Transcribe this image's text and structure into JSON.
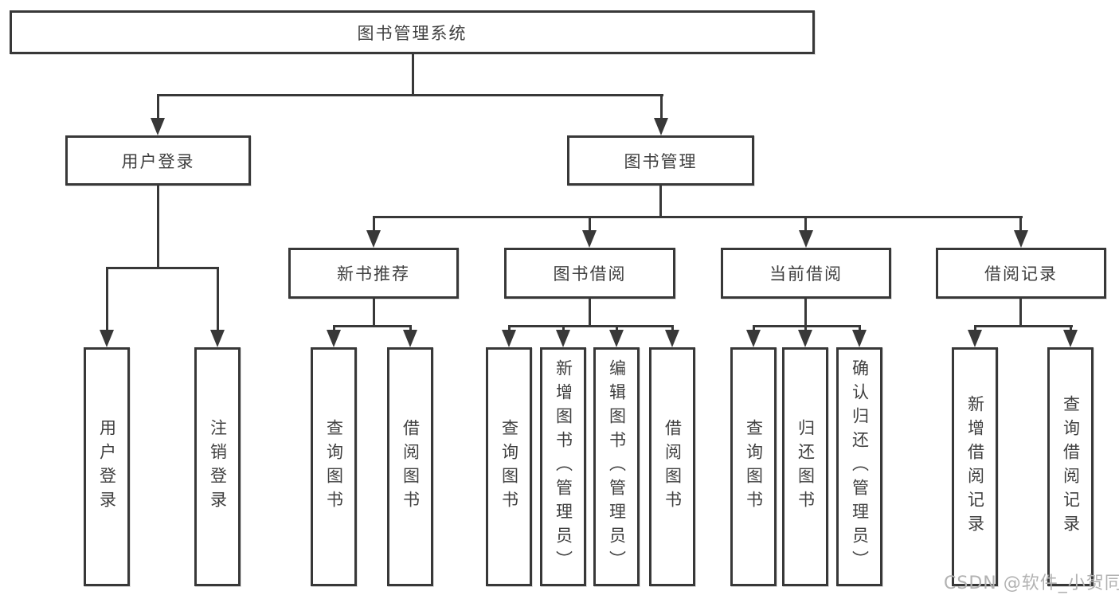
{
  "tree": {
    "label": "图书管理系统",
    "children": [
      {
        "label": "用户登录",
        "children": [
          {
            "label": "用户登录"
          },
          {
            "label": "注销登录"
          }
        ]
      },
      {
        "label": "图书管理",
        "children": [
          {
            "label": "新书推荐",
            "children": [
              {
                "label": "查询图书"
              },
              {
                "label": "借阅图书"
              }
            ]
          },
          {
            "label": "图书借阅",
            "children": [
              {
                "label": "查询图书"
              },
              {
                "label": "新增图书（管理员）"
              },
              {
                "label": "编辑图书（管理员）"
              },
              {
                "label": "借阅图书"
              }
            ]
          },
          {
            "label": "当前借阅",
            "children": [
              {
                "label": "查询图书"
              },
              {
                "label": "归还图书"
              },
              {
                "label": "确认归还（管理员）"
              }
            ]
          },
          {
            "label": "借阅记录",
            "children": [
              {
                "label": "新增借阅记录"
              },
              {
                "label": "查询借阅记录"
              }
            ]
          }
        ]
      }
    ]
  },
  "watermark": "CSDN @软件_小贺同学",
  "colors": {
    "line": "#383838",
    "text": "#3f3f3f",
    "background": "#ffffff",
    "watermark": "#b2b2b2"
  }
}
